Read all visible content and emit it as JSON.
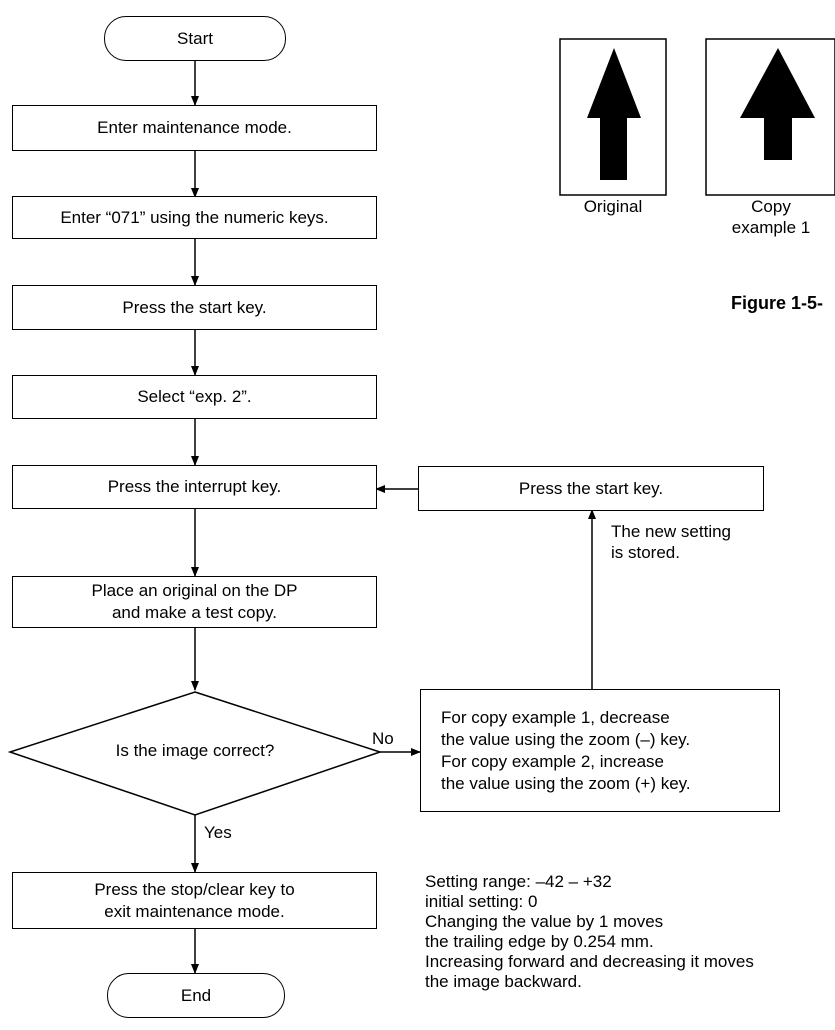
{
  "flow": {
    "start": "Start",
    "step1": "Enter maintenance mode.",
    "step2": "Enter “071” using the numeric keys.",
    "step3": "Press the start key.",
    "step4": "Select “exp. 2”.",
    "step5": "Press the interrupt key.",
    "step6": "Place an original on the DP\nand make a test copy.",
    "decision": "Is the image correct?",
    "no_label": "No",
    "yes_label": "Yes",
    "adjust": "For copy example 1, decrease\nthe value using the zoom (–) key.\nFor copy example 2, increase\nthe value using the zoom (+) key.",
    "press_start": "Press the start key.",
    "stored_note": "The new setting\nis stored.",
    "step7": "Press the stop/clear key to\nexit maintenance mode.",
    "end": "End"
  },
  "notes": {
    "setting_text": "Setting range: –42 – +32\ninitial setting: 0\nChanging the value by 1 moves\nthe trailing edge by 0.254 mm.\nIncreasing forward and decreasing it moves\nthe image backward."
  },
  "figure": {
    "original_label": "Original",
    "copy1_label": "Copy\nexample 1",
    "figure_title": "Figure 1-5-"
  }
}
